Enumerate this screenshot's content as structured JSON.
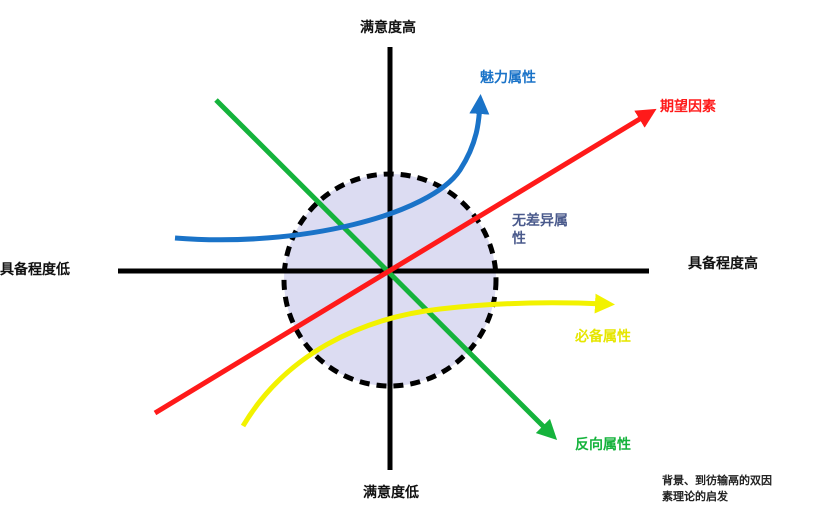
{
  "axes": {
    "top": "满意度高",
    "bottom": "满意度低",
    "left": "具备程度低",
    "right": "具备程度高"
  },
  "attributes": {
    "attractive": {
      "label": "魅力属性",
      "color": "#1a73c8"
    },
    "performance": {
      "label": "期望因素",
      "color": "#ff1a1a"
    },
    "indifferent": {
      "label_line1": "无差异属",
      "label_line2": "性",
      "color": "#4a5a8c",
      "fill": "#dcdcf2"
    },
    "must_be": {
      "label": "必备属性",
      "color": "#f2f200"
    },
    "reverse": {
      "label": "反向属性",
      "color": "#15b33c"
    }
  },
  "watermark": {
    "line1": "背景、到彷输鬲的双因",
    "line2": "素理论的启发"
  }
}
